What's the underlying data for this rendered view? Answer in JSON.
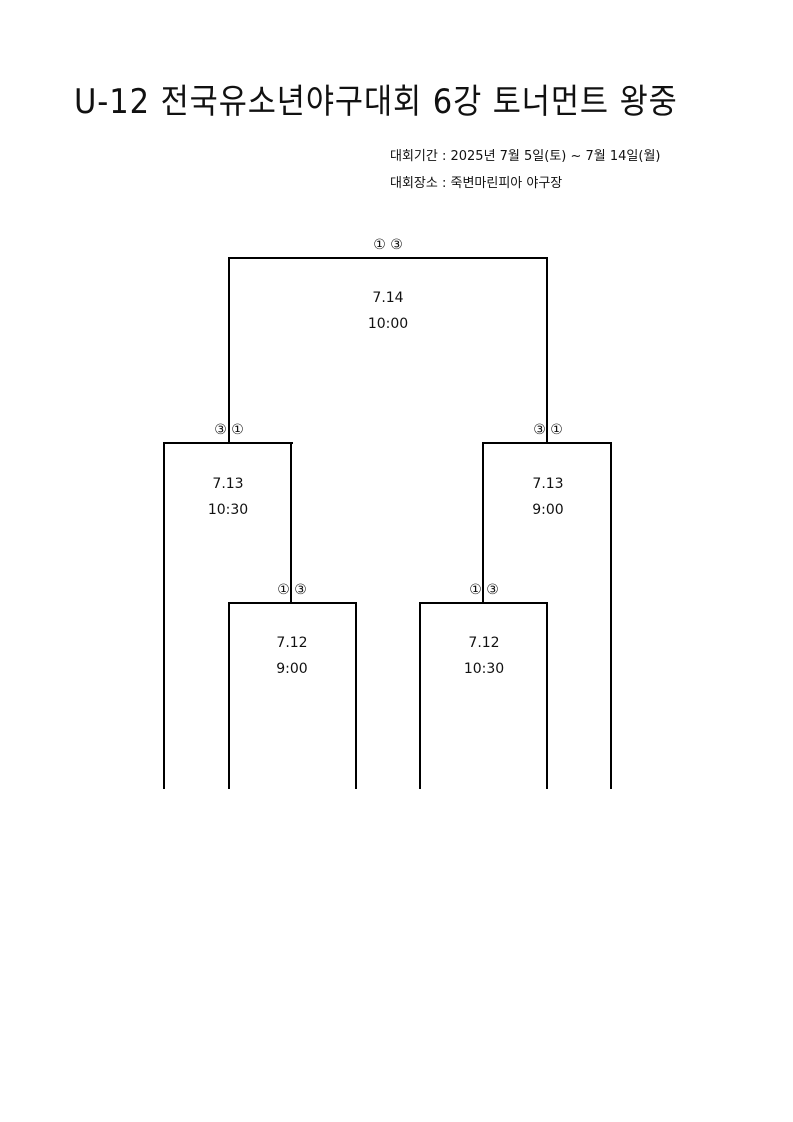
{
  "title": "U-12 전국유소년야구대회 6강 토너먼트 왕중",
  "info": {
    "period": "대회기간 : 2025년 7월 5일(토) ~ 7월 14일(월)",
    "venue": "대회장소 : 죽변마린피아 야구장"
  },
  "matches": {
    "final": {
      "seeds": "① ③",
      "date": "7.14",
      "time": "10:00"
    },
    "semi_left": {
      "seeds": "③ ①",
      "date": "7.13",
      "time": "10:30"
    },
    "semi_right": {
      "seeds": "③ ①",
      "date": "7.13",
      "time": "9:00"
    },
    "quarter_left": {
      "seeds": "① ③",
      "date": "7.12",
      "time": "9:00"
    },
    "quarter_right": {
      "seeds": "① ③",
      "date": "7.12",
      "time": "10:30"
    }
  }
}
